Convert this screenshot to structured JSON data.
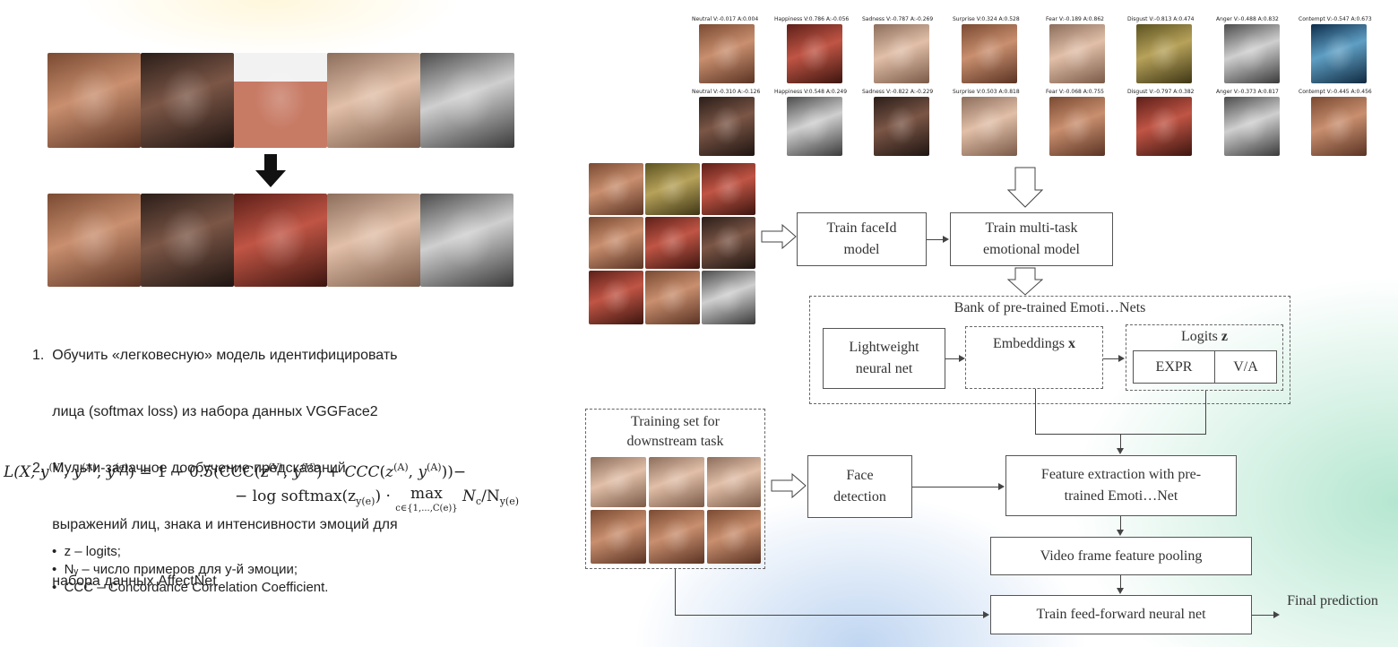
{
  "left": {
    "steps": [
      "1.  Обучить «легковесную» модель идентифицировать",
      "     лица (softmax loss) из набора данных VGGFace2",
      "2.  Мульти-задачное дообучение предсказаний",
      "     выражений лиц, знака и интенсивности эмоций для",
      "     набора данных AffectNet"
    ],
    "bullets": [
      "z – logits;",
      "Nᵧ – число примеров для y-й эмоции;",
      "CCC – Concordance Correlation Coefficient."
    ],
    "formula": {
      "line1_lhs": "L(X, y",
      "line1_rest": "= 1 − 0.5(CCC(z",
      "line2": "− log softmax(z",
      "max": "max",
      "max_sub": "c∈{1,...,C(e)}",
      "tail": "N",
      "c": "c",
      "sep": "/N"
    }
  },
  "face_grid": {
    "row1_labels": [
      "Neutral V:-0.017 A:0.004",
      "Happiness V:0.786 A:-0.056",
      "Sadness V:-0.787 A:-0.269",
      "Surprise V:0.324 A:0.528",
      "Fear V:-0.189 A:0.862",
      "Disgust V:-0.813 A:0.474",
      "Anger V:-0.488 A:0.832",
      "Contempt V:-0.547 A:0.673"
    ],
    "row2_labels": [
      "Neutral V:-0.310 A:-0.126",
      "Happiness V:0.548 A:0.249",
      "Sadness V:-0.822 A:-0.229",
      "Surprise V:0.503 A:0.818",
      "Fear V:-0.068 A:0.755",
      "Disgust V:-0.797 A:0.382",
      "Anger V:-0.373 A:0.817",
      "Contempt V:-0.445 A:0.456"
    ]
  },
  "diagram": {
    "train_faceid": "Train faceId model",
    "train_multitask": "Train multi-task emotional model",
    "bank": "Bank of pre-trained Emoti…Nets",
    "lightweight": "Lightweight neural net",
    "embeddings": "Embeddings ",
    "embeddings_var": "x",
    "logits": "Logits ",
    "logits_var": "z",
    "expr": "EXPR",
    "va": "V/A",
    "training_set": "Training set for downstream task",
    "face_detection": "Face detection",
    "feature_extraction": "Feature extraction with pre-trained Emoti…Net",
    "pooling": "Video frame feature pooling",
    "train_ff": "Train feed-forward neural net",
    "final": "Final prediction"
  }
}
